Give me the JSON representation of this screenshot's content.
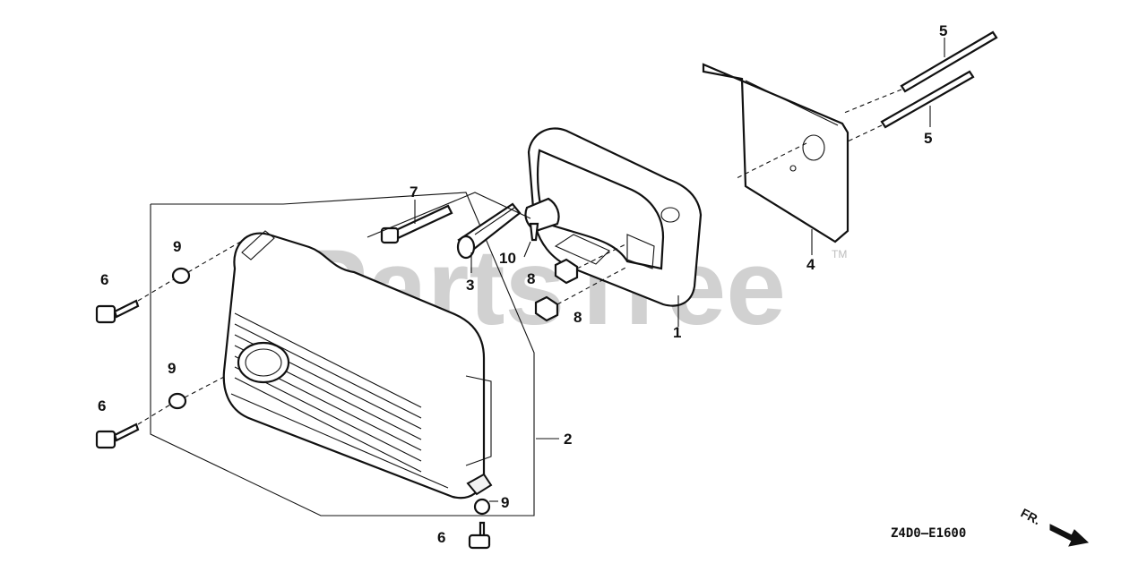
{
  "watermark": {
    "text": "PartsTree",
    "trademark": "TM"
  },
  "diagram_code": "Z4D0—E1600",
  "direction_marker": {
    "label": "FR.",
    "icon": "front-arrow-icon"
  },
  "callouts": [
    {
      "id": "c1",
      "label": "1"
    },
    {
      "id": "c2",
      "label": "2"
    },
    {
      "id": "c3",
      "label": "3"
    },
    {
      "id": "c4",
      "label": "4"
    },
    {
      "id": "c5a",
      "label": "5"
    },
    {
      "id": "c5b",
      "label": "5"
    },
    {
      "id": "c6a",
      "label": "6"
    },
    {
      "id": "c6b",
      "label": "6"
    },
    {
      "id": "c6c",
      "label": "6"
    },
    {
      "id": "c7",
      "label": "7"
    },
    {
      "id": "c8a",
      "label": "8"
    },
    {
      "id": "c8b",
      "label": "8"
    },
    {
      "id": "c9a",
      "label": "9"
    },
    {
      "id": "c9b",
      "label": "9"
    },
    {
      "id": "c9c",
      "label": "9"
    },
    {
      "id": "c10",
      "label": "10"
    }
  ]
}
